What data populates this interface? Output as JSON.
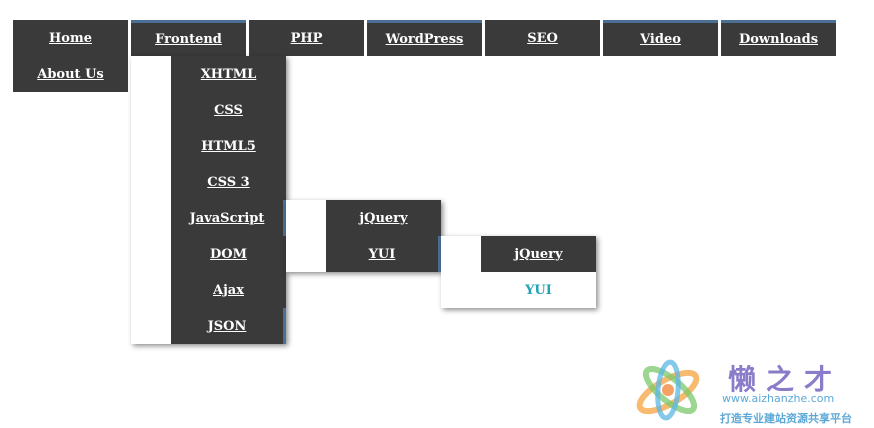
{
  "nav": {
    "top": [
      "Home",
      "Frontend",
      "PHP",
      "WordPress",
      "SEO",
      "Video",
      "Downloads"
    ],
    "second_row": "About Us"
  },
  "frontend_menu": [
    "XHTML",
    "CSS",
    "HTML5",
    "CSS 3",
    "JavaScript",
    "DOM",
    "Ajax",
    "JSON"
  ],
  "javascript_menu": [
    "jQuery",
    "YUI"
  ],
  "yui_menu": [
    "jQuery",
    "YUI"
  ],
  "watermark": {
    "brand": "懒之才",
    "url": "www.aizhanzhe.com",
    "slogan": "打造专业建站资源共享平台"
  },
  "colors": {
    "menu_bg": "#3b3a3b",
    "accent": "#4c6f95",
    "highlight_text": "#22a3b5"
  }
}
